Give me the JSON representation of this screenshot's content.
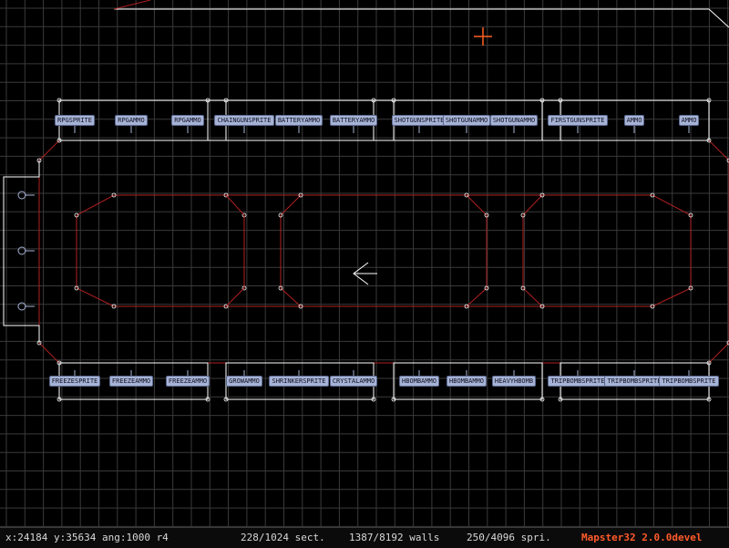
{
  "editor": {
    "title": "Mapster32 2.0.0devel",
    "colors": {
      "grid": "#3a3a3a",
      "wall": "#ffffff",
      "red_wall": "#b02020",
      "cursor": "#ff6020",
      "label_bg": "#a6b3d6"
    }
  },
  "status": {
    "coords": "x:24184 y:35634 ang:1000 r4",
    "sectors": "228/1024 sect.",
    "walls": "1387/8192 walls",
    "sprites": "250/4096 spri."
  },
  "sprite_labels_top": [
    "RPGSPRITE",
    "RPGAMMO",
    "RPGAMMO",
    "CHAINGUNSPRITE",
    "BATTERYAMMO",
    "BATTERYAMMO",
    "SHOTGUNSPRITE",
    "SHOTGUNAMMO",
    "SHOTGUNAMMO",
    "FIRSTGUNSPRITE",
    "AMMO",
    "AMMO"
  ],
  "sprite_labels_bottom": [
    "FREEZESPRITE",
    "FREEZEAMMO",
    "FREEZEAMMO",
    "GROWAMMO",
    "SHRINKERSPRITE",
    "CRYSTALAMMO",
    "HBOMBAMMO",
    "HBOMBAMMO",
    "HEAVYHBOMB",
    "TRIPBOMBSPRITE",
    "TRIPBOMBSPRITE",
    "TRIPBOMBSPRITE"
  ]
}
